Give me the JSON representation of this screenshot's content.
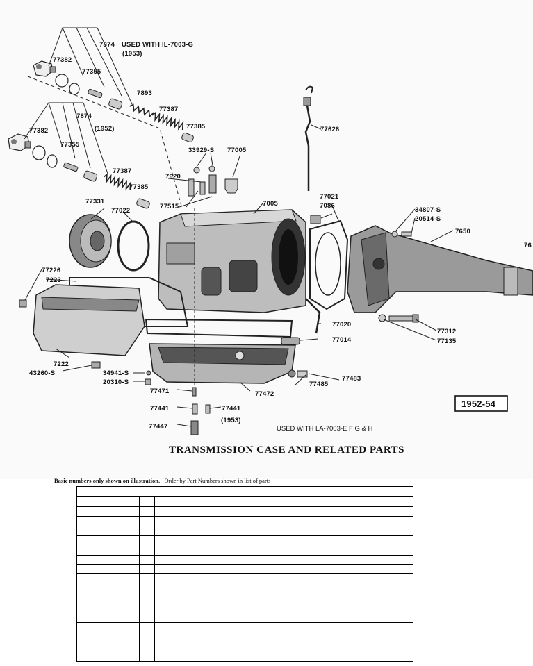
{
  "figure": {
    "labels": {
      "l7874_top": "7874",
      "used_with_il": "USED WITH IL-7003-G",
      "y1953_top": "(1953)",
      "l77382_a": "77382",
      "l77355_a": "77355",
      "l7893": "7893",
      "l77387_a": "77387",
      "l77385_a": "77385",
      "l7874_b": "7874",
      "y1952": "(1952)",
      "l77382_b": "77382",
      "l77355_b": "77355",
      "l33929": "33929-S",
      "l77005": "77005",
      "l77626": "77626",
      "l7920": "7920",
      "l77387_b": "77387",
      "l77385_b": "77385",
      "l77331": "77331",
      "l77022": "77022",
      "l77515": "77515",
      "l7005": "7005",
      "l77021": "77021",
      "l7086": "7086",
      "l34807": "34807-S",
      "l20514": "20514-S",
      "l7650": "7650",
      "l76": "76",
      "l77226": "77226",
      "l7223": "7223",
      "l77020": "77020",
      "l77014": "77014",
      "l77312": "77312",
      "l77135": "77135",
      "l7222": "7222",
      "l43260": "43260-S",
      "l34941": "34941-S",
      "l20310": "20310-S",
      "l77471": "77471",
      "l77472": "77472",
      "l77483": "77483",
      "l77485": "77485",
      "l77441_a": "77441",
      "l77441_b": "77441",
      "y1953_b": "(1953)",
      "l77447": "77447",
      "used_with_la": "USED WITH LA-7003-E F G & H",
      "year_box": "1952-54"
    },
    "title": "TRANSMISSION CASE AND RELATED PARTS"
  },
  "caption": {
    "bold": "Basic numbers only shown on illustration.",
    "rest": "Order by Part Numbers shown in list of parts"
  }
}
